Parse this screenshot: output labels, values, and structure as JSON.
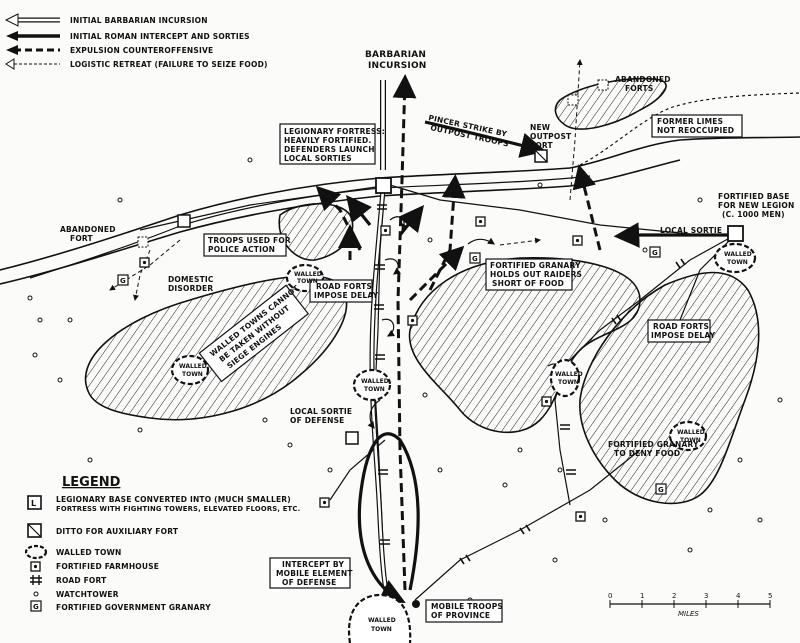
{
  "legend_top": [
    {
      "text": "INITIAL BARBARIAN INCURSION",
      "style": "hollow"
    },
    {
      "text": "INITIAL ROMAN INTERCEPT AND SORTIES",
      "style": "thick"
    },
    {
      "text": "EXPULSION COUNTEROFFENSIVE",
      "style": "dashed"
    },
    {
      "text": "LOGISTIC RETREAT (FAILURE TO SEIZE FOOD)",
      "style": "retreat"
    }
  ],
  "legend_bottom": {
    "title": "LEGEND",
    "items": [
      {
        "line1": "LEGIONARY BASE CONVERTED INTO (MUCH SMALLER)",
        "line2": "FORTRESS WITH FIGHTING TOWERS, ELEVATED FLOORS, ETC.",
        "symbol": "legionary-base"
      },
      {
        "line1": "DITTO FOR AUXILIARY FORT",
        "line2": "",
        "symbol": "auxiliary-fort"
      },
      {
        "line1": "WALLED TOWN",
        "line2": "",
        "symbol": "walled-town"
      },
      {
        "line1": "FORTIFIED FARMHOUSE",
        "line2": "",
        "symbol": "fortified-farmhouse"
      },
      {
        "line1": "ROAD FORT",
        "line2": "",
        "symbol": "road-fort"
      },
      {
        "line1": "WATCHTOWER",
        "line2": "",
        "symbol": "watchtower"
      },
      {
        "line1": "FORTIFIED GOVERNMENT GRANARY",
        "line2": "",
        "symbol": "granary"
      }
    ]
  },
  "labels": {
    "barbarian_incursion": [
      "BARBARIAN",
      "INCURSION"
    ],
    "legionary_fortress": [
      "LEGIONARY FORTRESS:",
      "HEAVILY FORTIFIED.",
      "DEFENDERS LAUNCH",
      "LOCAL SORTIES"
    ],
    "pincer_strike": [
      "PINCER STRIKE BY",
      "OUTPOST TROOPS"
    ],
    "new_outpost_fort": [
      "NEW",
      "OUTPOST",
      "FORT"
    ],
    "abandoned_forts": [
      "ABANDONED",
      "FORTS"
    ],
    "former_limes": [
      "FORMER LIMES",
      "NOT REOCCUPIED"
    ],
    "fortified_base": [
      "FORTIFIED BASE",
      "FOR NEW LEGION",
      "(C. 1000 MEN)"
    ],
    "local_sortie_right": "LOCAL SORTIE",
    "abandoned_fort_left": [
      "ABANDONED",
      "FORT"
    ],
    "troops_police": [
      "TROOPS USED FOR",
      "POLICE ACTION"
    ],
    "domestic_disorder": [
      "DOMESTIC",
      "DISORDER"
    ],
    "walled_towns_cannot": [
      "WALLED TOWNS CANNOT",
      "BE TAKEN WITHOUT",
      "SIEGE ENGINES"
    ],
    "road_forts_delay_1": [
      "ROAD FORTS",
      "IMPOSE DELAY"
    ],
    "granary_holds_out": [
      "FORTIFIED GRANARY",
      "HOLDS OUT RAIDERS",
      "SHORT OF FOOD"
    ],
    "road_forts_delay_2": [
      "ROAD FORTS",
      "IMPOSE DELAY"
    ],
    "local_sortie_defense": [
      "LOCAL SORTIE",
      "OF DEFENSE"
    ],
    "granary_deny_food": [
      "FORTIFIED GRANARY",
      "TO DENY FOOD"
    ],
    "intercept_mobile": [
      "INTERCEPT BY",
      "MOBILE ELEMENT",
      "OF DEFENSE"
    ],
    "mobile_troops": [
      "MOBILE TROOPS",
      "OF PROVINCE"
    ],
    "walled_town": [
      "WALLED",
      "TOWN"
    ]
  },
  "scale": {
    "ticks": [
      "0",
      "1",
      "2",
      "3",
      "4",
      "5"
    ],
    "unit": "MILES"
  }
}
